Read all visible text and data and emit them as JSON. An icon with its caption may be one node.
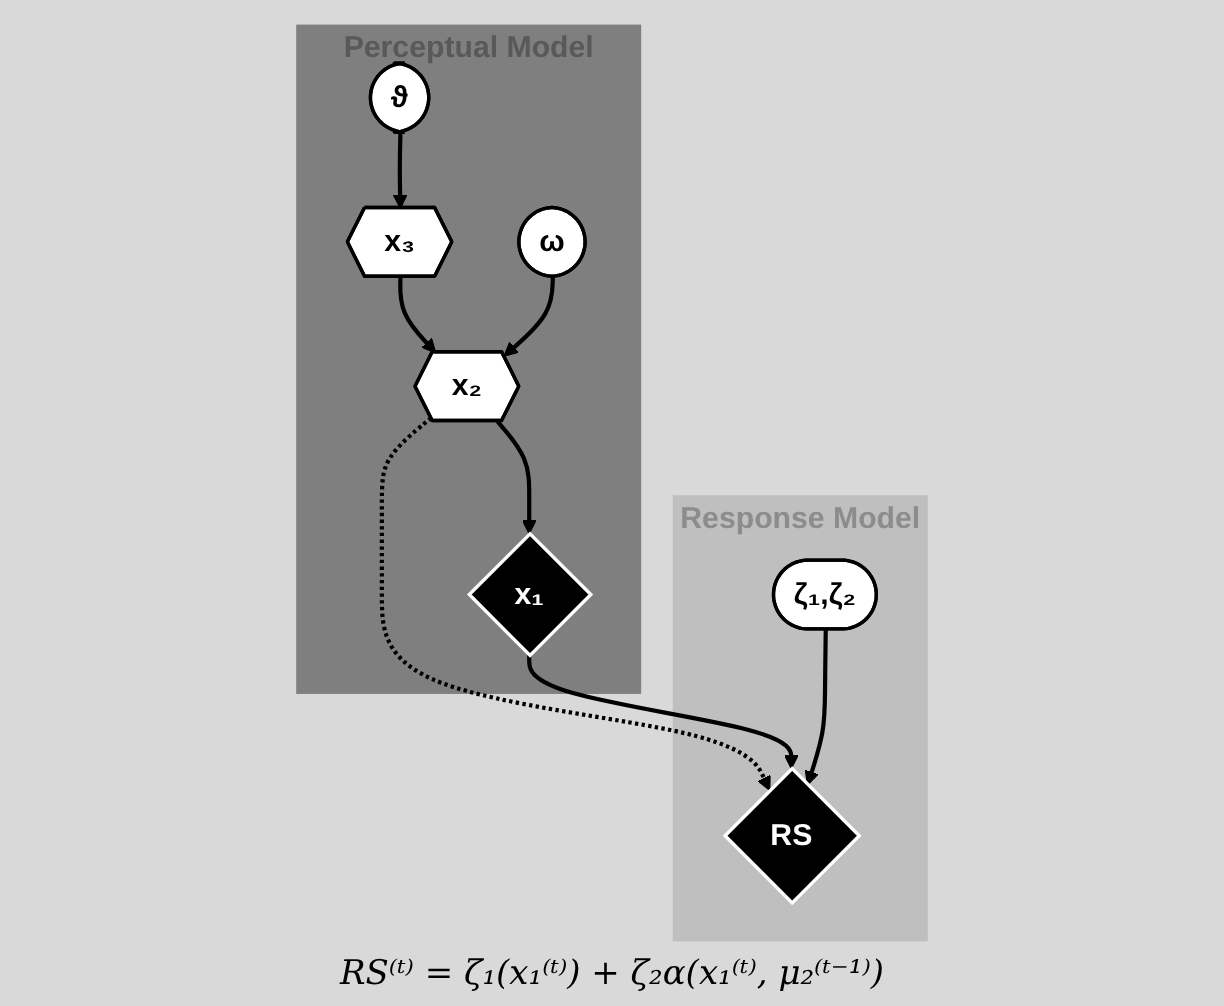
{
  "diagram": {
    "nodes": [
      {
        "text": [
          "Perceptual Model"
        ]
      },
      {
        "text": [
          "x₃"
        ],
        "in": 0
      },
      {
        "text": [
          "ϑ"
        ],
        "in": 0
      },
      {
        "text": [
          "x₂"
        ],
        "in": 0
      },
      {
        "text": [
          "ω"
        ],
        "in": 0
      },
      {
        "text": [
          "x₁"
        ],
        "in": 0
      },
      {
        "text": [
          "Response Model"
        ]
      },
      {
        "text": [
          "RS"
        ],
        "in": 6
      },
      {
        "text": [
          "ζ₁,ζ₂"
        ],
        "in": 6
      }
    ],
    "edges": [
      {
        "from": 2,
        "to": 1,
        "arrow": "to"
      },
      {
        "from": 1,
        "to": 3,
        "arrow": "to"
      },
      {
        "from": 4,
        "to": 3,
        "arrow": "to"
      },
      {
        "from": 3,
        "to": 5,
        "arrow": "to"
      },
      {
        "from": 3,
        "to": 7,
        "arrow": "to",
        "style": "dashed"
      },
      {
        "from": 5,
        "to": 7,
        "arrow": "to"
      },
      {
        "from": 8,
        "to": 7,
        "arrow": "to"
      }
    ],
    "labels": [
      "RS⁽ᵗ⁾ = ζ₁(x₁⁽ᵗ⁾) + ζ₂α(x₁⁽ᵗ⁾, μ₂⁽ᵗ⁻¹⁾)"
    ]
  }
}
